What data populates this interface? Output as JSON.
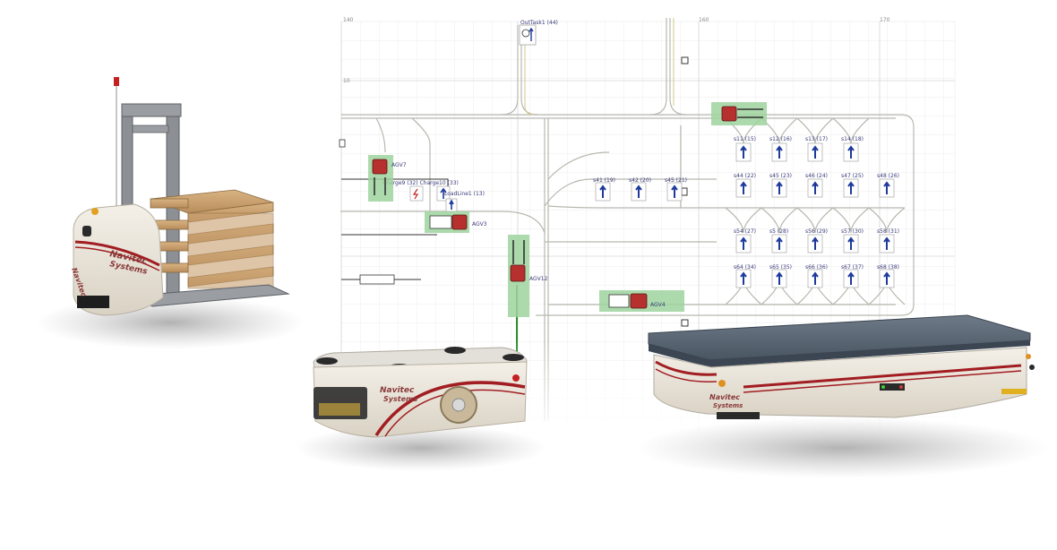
{
  "map": {
    "axis": {
      "x1": "140",
      "x2": "160",
      "x3": "170",
      "y1": "10"
    },
    "top_label": "OutTask1 (44)",
    "stations_row1": [
      "s11 (15)",
      "s12 (16)",
      "s13 (17)",
      "s14 (18)"
    ],
    "stations_row2": [
      "s44 (22)",
      "s45 (23)",
      "s46 (24)",
      "s47 (25)",
      "s48 (26)"
    ],
    "stations_row3": [
      "s54 (27)",
      "s5 (28)",
      "s56 (29)",
      "s57 (30)",
      "s58 (31)"
    ],
    "stations_row4": [
      "s64 (34)",
      "s65 (35)",
      "s66 (36)",
      "s67 (37)",
      "s68 (38)"
    ],
    "stations_mid": [
      "s41 (19)",
      "s42 (20)",
      "s45 (21)"
    ],
    "charge_label": "Charge9 (32) Charge10 (33)",
    "loadline_label": "LoadLine1 (13)",
    "agv": [
      "AGV7",
      "AGV3",
      "AGV12",
      "AGV4"
    ]
  },
  "brand": {
    "line1": "Navitec",
    "line2": "Systems"
  },
  "colors": {
    "accent_red": "#a11d22",
    "body": "#ece7dc",
    "green_zone": "#9ed39e",
    "agv_red": "#b5302f",
    "track": "#b8b8b0"
  }
}
